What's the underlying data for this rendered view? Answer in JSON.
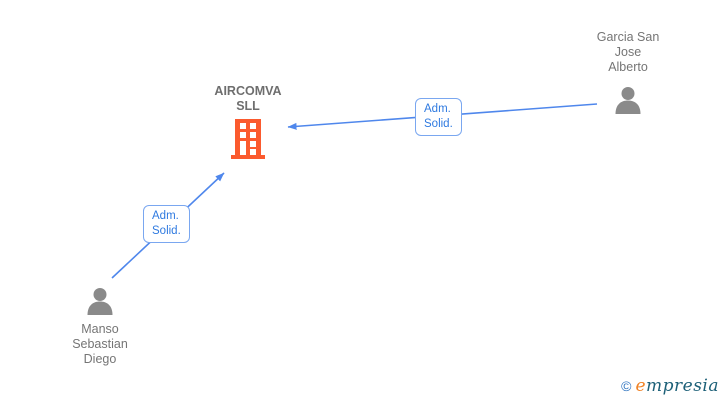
{
  "diagram": {
    "type": "corporate-relationship-graph",
    "company": {
      "name": "AIRCOMVA SLL",
      "icon": "building-icon",
      "icon_color": "#fb5a2e"
    },
    "persons": [
      {
        "name": "Garcia San Jose Alberto",
        "name_lines": [
          "Garcia San",
          "Jose",
          "Alberto"
        ],
        "icon": "person-icon",
        "icon_color": "#8a8a8a"
      },
      {
        "name": "Manso Sebastian Diego",
        "name_lines": [
          "Manso",
          "Sebastian",
          "Diego"
        ],
        "icon": "person-icon",
        "icon_color": "#8a8a8a"
      }
    ],
    "edges": [
      {
        "from": "Garcia San Jose Alberto",
        "to": "AIRCOMVA SLL",
        "label_lines": [
          "Adm.",
          "Solid."
        ],
        "label": "Adm. Solid."
      },
      {
        "from": "Manso Sebastian Diego",
        "to": "AIRCOMVA SLL",
        "label_lines": [
          "Adm.",
          "Solid."
        ],
        "label": "Adm. Solid."
      }
    ]
  },
  "colors": {
    "arrow_blue": "#4f87ec",
    "edge_label_border": "#7aa7f0",
    "edge_label_text": "#2f7ae0",
    "company_orange": "#fb5a2e",
    "person_gray": "#8a8a8a",
    "text_gray": "#757575",
    "logo_orange": "#f08327",
    "logo_teal": "#1d6078",
    "copyright_blue": "#2f74c0"
  },
  "watermark": {
    "copyright": "©",
    "brand_first": "e",
    "brand_rest": "mpresia"
  }
}
